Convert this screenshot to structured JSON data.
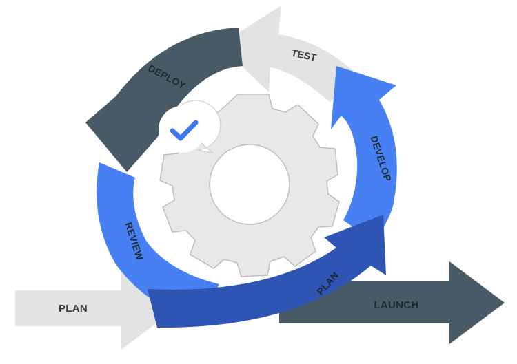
{
  "diagram": {
    "stages": {
      "plan_input": "PLAN",
      "review": "REVIEW",
      "deploy": "DEPLOY",
      "test": "TEST",
      "develop": "DEVELOP",
      "plan_cycle": "PLAN",
      "launch": "LAUNCH"
    },
    "colors": {
      "light_gray": "#e3e3e3",
      "dark_slate": "#475a65",
      "bright_blue": "#4680f2",
      "deep_blue": "#2e55b3",
      "gear_fill": "#e8e8e8",
      "gear_stroke": "#bdbdbd",
      "label_dark": "#2f3b44",
      "check_blue": "#3e78ef"
    },
    "icons": [
      "gear-icon",
      "checkmark-icon"
    ]
  }
}
